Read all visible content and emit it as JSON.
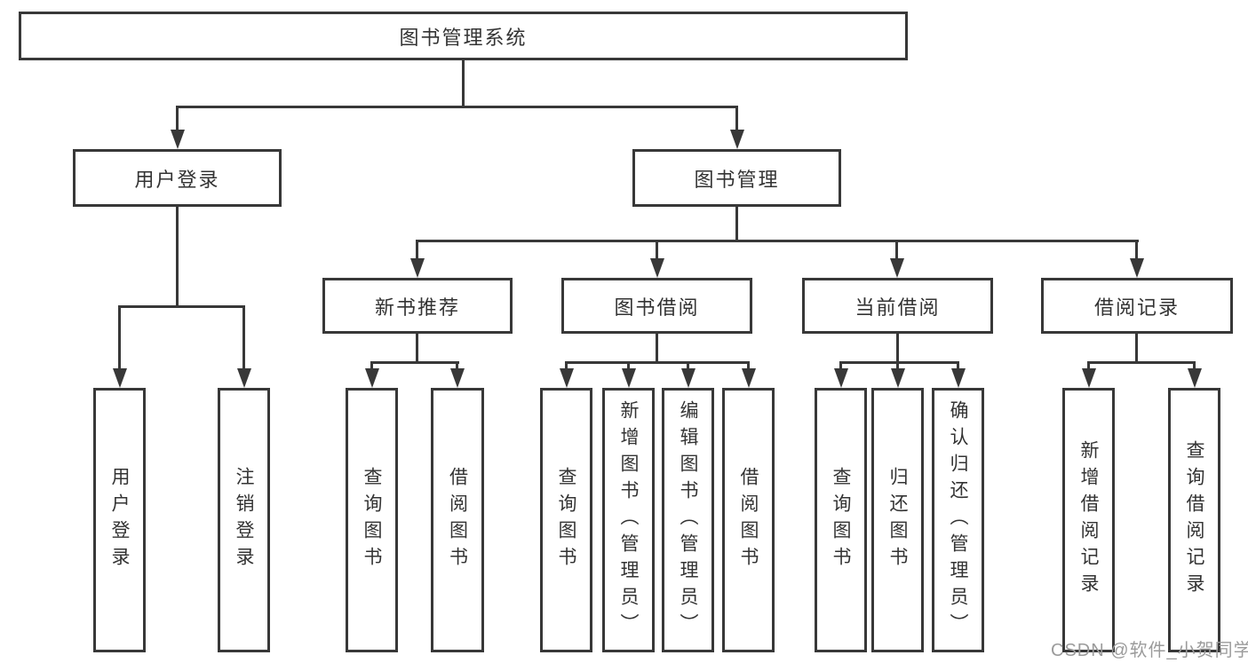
{
  "tree": {
    "label": "图书管理系统",
    "children": [
      {
        "label": "用户登录",
        "children": [
          {
            "label": "用户登录"
          },
          {
            "label": "注销登录"
          }
        ]
      },
      {
        "label": "图书管理",
        "children": [
          {
            "label": "新书推荐",
            "children": [
              {
                "label": "查询图书"
              },
              {
                "label": "借阅图书"
              }
            ]
          },
          {
            "label": "图书借阅",
            "children": [
              {
                "label": "查询图书"
              },
              {
                "label": "新增图书（管理员）"
              },
              {
                "label": "编辑图书（管理员）"
              },
              {
                "label": "借阅图书"
              }
            ]
          },
          {
            "label": "当前借阅",
            "children": [
              {
                "label": "查询图书"
              },
              {
                "label": "归还图书"
              },
              {
                "label": "确认归还（管理员）"
              }
            ]
          },
          {
            "label": "借阅记录",
            "children": [
              {
                "label": "新增借阅记录"
              },
              {
                "label": "查询借阅记录"
              }
            ]
          }
        ]
      }
    ]
  },
  "watermark": {
    "text": "CSDN @软件_小贺同学"
  },
  "colors": {
    "line": "#383838",
    "text": "#333333",
    "watermark": "#9b9b9b",
    "background": "#ffffff"
  }
}
